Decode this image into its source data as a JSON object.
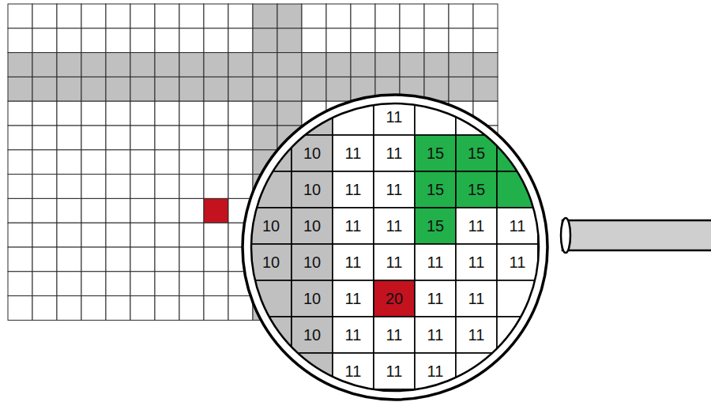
{
  "diagram": {
    "labels": [
      "11",
      "10",
      "11",
      "11",
      "15",
      "15",
      "10",
      "11",
      "11",
      "15",
      "15",
      "10",
      "10",
      "11",
      "11",
      "15",
      "11",
      "11",
      "10",
      "10",
      "11",
      "11",
      "11",
      "11",
      "11",
      "10",
      "11",
      "20",
      "11",
      "11",
      "10",
      "11",
      "11",
      "11",
      "11",
      "11",
      "11",
      "11"
    ]
  }
}
